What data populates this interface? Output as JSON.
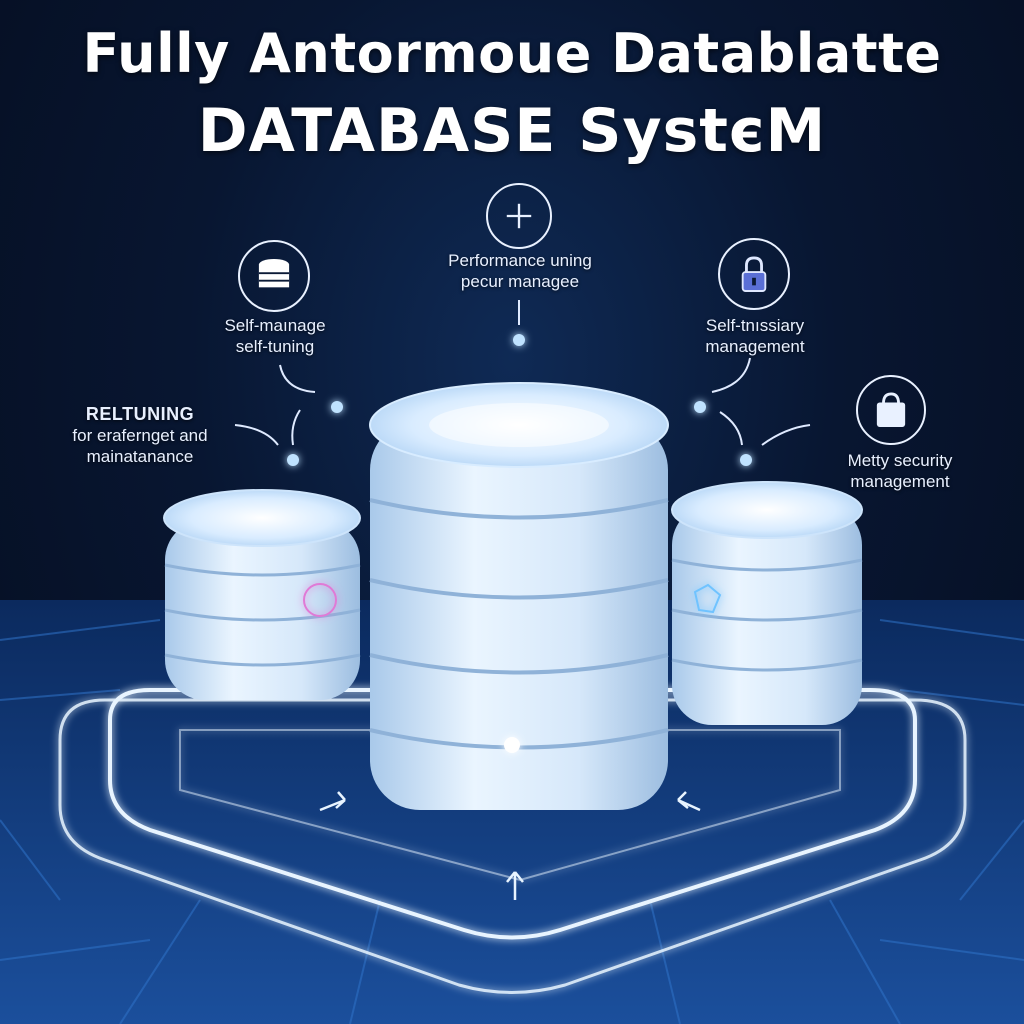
{
  "title": {
    "line1": "Fully Antormoue Datablatte",
    "line2": "DATABASE SystєM"
  },
  "callouts": {
    "top_center": {
      "line1": "Performance uning",
      "line2": "pecur manageе",
      "icon": "compass-icon"
    },
    "left_upper": {
      "line1": "Self-maınage",
      "line2": "self-tuning",
      "icon": "database-icon"
    },
    "left_lower": {
      "heading": "RELTUNING",
      "line1": "for erafernget and",
      "line2": "mainatanance"
    },
    "right_upper": {
      "line1": "Self-tnıssiary",
      "line2": "management",
      "icon": "lock-icon"
    },
    "right_lower": {
      "line1": "Metty security",
      "line2": "management",
      "icon": "shopping-bag-icon"
    }
  },
  "colors": {
    "background": "#081631",
    "cylinder_top": "#e6f3ff",
    "cylinder_side": "#cfe3f7",
    "glow": "#7fc4ff",
    "grid": "#1e5fb0"
  }
}
